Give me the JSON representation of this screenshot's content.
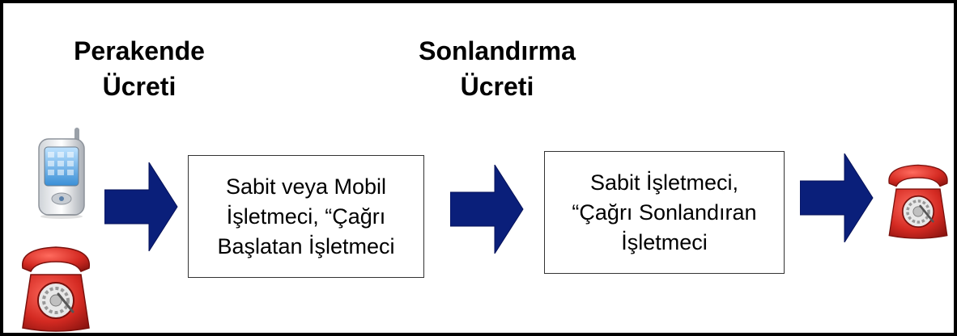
{
  "headings": {
    "retail": {
      "line1": "Perakende",
      "line2": "Ücreti"
    },
    "termination": {
      "line1": "Sonlandırma",
      "line2": "Ücreti"
    }
  },
  "boxes": {
    "originating": {
      "lines": [
        "Sabit veya Mobil",
        "İşletmeci, “Çağrı",
        "Başlatan İşletmeci"
      ]
    },
    "terminating": {
      "lines": [
        "Sabit İşletmeci,",
        "“Çağrı Sonlandıran",
        "İşletmeci"
      ]
    }
  },
  "icons": {
    "mobile": "mobile-phone-icon",
    "phone": "red-telephone-icon",
    "arrow": "arrow-right-icon"
  },
  "colors": {
    "arrow": "#0a1f7a",
    "phone": "#d42a22",
    "border": "#000000"
  }
}
